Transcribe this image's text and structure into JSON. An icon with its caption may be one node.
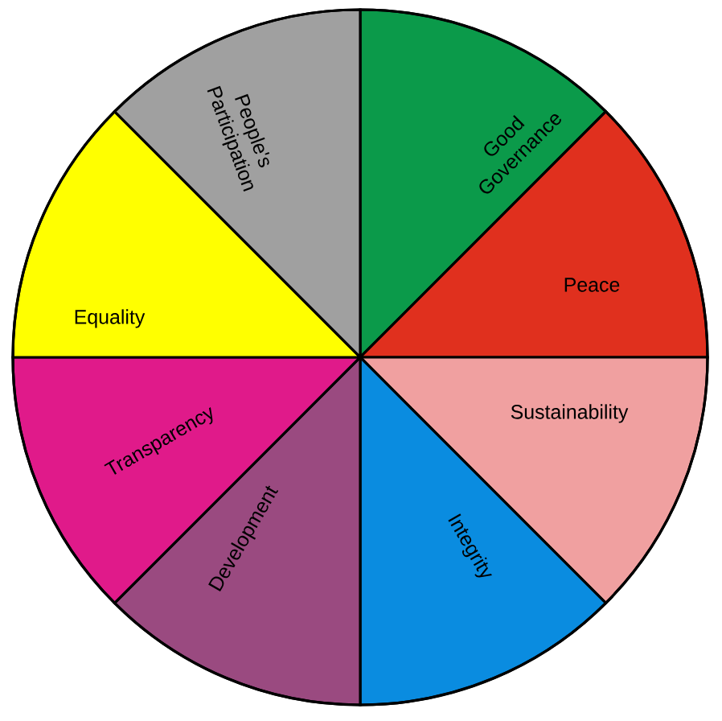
{
  "diagram": {
    "nodes": [
      {
        "text": [
          "Good Governance"
        ]
      },
      {
        "text": [
          "Peace"
        ]
      },
      {
        "text": [
          "Sustainability"
        ]
      },
      {
        "text": [
          "Integrity"
        ]
      },
      {
        "text": [
          "Development"
        ]
      },
      {
        "text": [
          "Transparency"
        ]
      },
      {
        "text": [
          "Equality"
        ]
      },
      {
        "text": [
          "People's Participation"
        ]
      }
    ]
  }
}
